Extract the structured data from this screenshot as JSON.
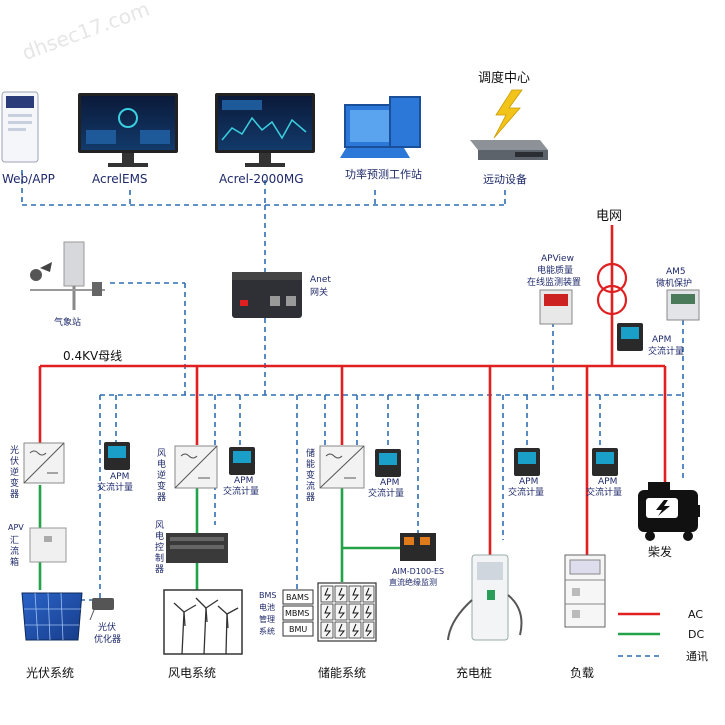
{
  "watermark": "dhsec17.com",
  "top_devices": {
    "web_app": "Web/APP",
    "acrel_ems": "AcrelEMS",
    "acrel_2000mg": "Acrel-2000MG",
    "forecast_station": "功率预测工作站",
    "dispatch_center": "调度中心",
    "telecontrol": "远动设备"
  },
  "grid": "电网",
  "weather_station": "气象站",
  "gateway": {
    "name": "Anet",
    "desc": "网关"
  },
  "apview": {
    "name": "APView",
    "line1": "电能质量",
    "line2": "在线监测装置"
  },
  "am5": {
    "name": "AM5",
    "desc": "微机保护"
  },
  "bus": "0.4KV母线",
  "apm": {
    "name": "APM",
    "desc": "交流计量"
  },
  "pv": {
    "inverter": [
      "光",
      "伏",
      "逆",
      "变",
      "器"
    ],
    "combiner_code": "APV",
    "combiner": [
      "汇",
      "流",
      "箱"
    ],
    "optimizer_l1": "光伏",
    "optimizer_l2": "优化器",
    "system": "光伏系统"
  },
  "wind": {
    "inverter": [
      "风",
      "电",
      "逆",
      "变",
      "器"
    ],
    "controller": [
      "风",
      "电",
      "控",
      "制",
      "器"
    ],
    "system": "风电系统"
  },
  "storage": {
    "pcs": [
      "储",
      "能",
      "变",
      "流",
      "器"
    ],
    "bms": [
      "BMS",
      "电池",
      "管理",
      "系统"
    ],
    "bams": "BAMS",
    "mbms": "MBMS",
    "bmu": "BMU",
    "aim_name": "AIM-D100-ES",
    "aim_desc": "直流绝缘监测",
    "system": "储能系统"
  },
  "charger": "充电桩",
  "load": "负载",
  "diesel": "柴发",
  "legend": {
    "ac": "AC",
    "dc": "DC",
    "comm": "通讯"
  },
  "colors": {
    "ac": "#e02020",
    "dc": "#22a34a",
    "comm": "#2e6db4",
    "label": "#1f2a6b"
  }
}
